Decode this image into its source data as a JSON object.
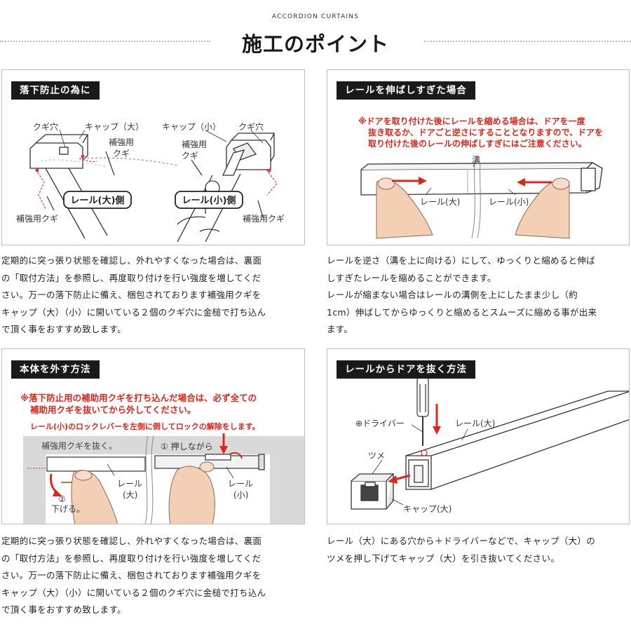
{
  "header": {
    "eyebrow": "ACCORDION CURTAINS",
    "title": "施工のポイント"
  },
  "sections": [
    {
      "tag": "落下防止の為に",
      "labels": {
        "kugi_ana_left": "クギ穴",
        "cap_large": "キャップ（大）",
        "hokyo_kugi_top": "補強用",
        "hokyo_kugi_top2": "クギ",
        "rail_large_side": "レール(大)側",
        "hokyo_kugi_bottom_left": "補強用クギ",
        "cap_small": "キャップ（小）",
        "kugi_ana_right": "クギ穴",
        "hokyo_kugi_mid": "補強用",
        "hokyo_kugi_mid2": "クギ",
        "rail_small_side": "レール(小)側",
        "hokyo_kugi_bottom_right": "補強用クギ"
      },
      "description": [
        "定期的に突っ張り状態を確認し、外れやすくなった場合は、裏面",
        "の「取付方法」を参照し、再度取り付けを行い強度を増してくだ",
        "さい。万一の落下防止に備え、梱包されております補強用クギを",
        "キャップ（大）（小）に開いている２個のクギ穴に金槌で打ち込ん",
        "で頂く事をおすすめ致します。"
      ]
    },
    {
      "tag": "レールを伸ばしすぎた場合",
      "notes": [
        "※ドアを取り付けた後にレールを縮める場合は、ドアを一度",
        "抜き取るか、ドアごと逆さにすることとなりますので、ドアを",
        "取り付けた後のレールの伸ばしすぎにはご注意ください。"
      ],
      "labels": {
        "groove": "溝",
        "rail_large": "レール(大)",
        "rail_small": "レール(小)"
      },
      "description": [
        "レールを逆さ（溝を上に向ける）にして、ゆっくりと縮めると伸ば",
        "しすぎたレールを縮めることができます。",
        "レールが縮まない場合はレールの溝側を上にしたまま少し（約",
        "1cm）伸ばしてからゆっくりと縮めるとスムーズに縮める事が出来",
        "ます。"
      ]
    },
    {
      "tag": "本体を外す方法",
      "notes": [
        "※落下防止用の補助用クギを打ち込んだ場合は、必ず全ての",
        "補助用クギを抜いてから外してください。"
      ],
      "subnote": "レール(小)のロックレバーを左側に倒してロックの解除をします。",
      "labels": {
        "pull_nail": "補強用クギを抜く。",
        "step1": "① 押しながら",
        "step2a": "②",
        "step2b": "下げる。",
        "rail_large": "レール",
        "rail_large2": "(大)",
        "rail_small": "レール",
        "rail_small2": "(小)"
      },
      "description": [
        "定期的に突っ張り状態を確認し、外れやすくなった場合は、裏面",
        "の「取付方法」を参照し、再度取り付けを行い強度を増してくだ",
        "さい。万一の落下防止に備え、梱包されております補強用クギを",
        "キャップ（大）（小）に開いている２個のクギ穴に金槌で打ち込ん",
        "で頂く事をおすすめ致します。"
      ]
    },
    {
      "tag": "レールからドアを抜く方法",
      "labels": {
        "driver": "⊕ドライバー",
        "rail_large": "レール(大)",
        "tsume": "ツメ",
        "cap_large": "キャップ(大)"
      },
      "description": [
        "レール（大）にある穴から＋ドライバーなどで、キャップ（大）の",
        "ツメを押し下げてキャップ（大）を引き抜いてください。"
      ]
    }
  ],
  "colors": {
    "accent_red": "#e0261b",
    "tag_bg": "#1a1a1a",
    "border": "#bdbdbd",
    "skin": "#f3cfb6"
  }
}
